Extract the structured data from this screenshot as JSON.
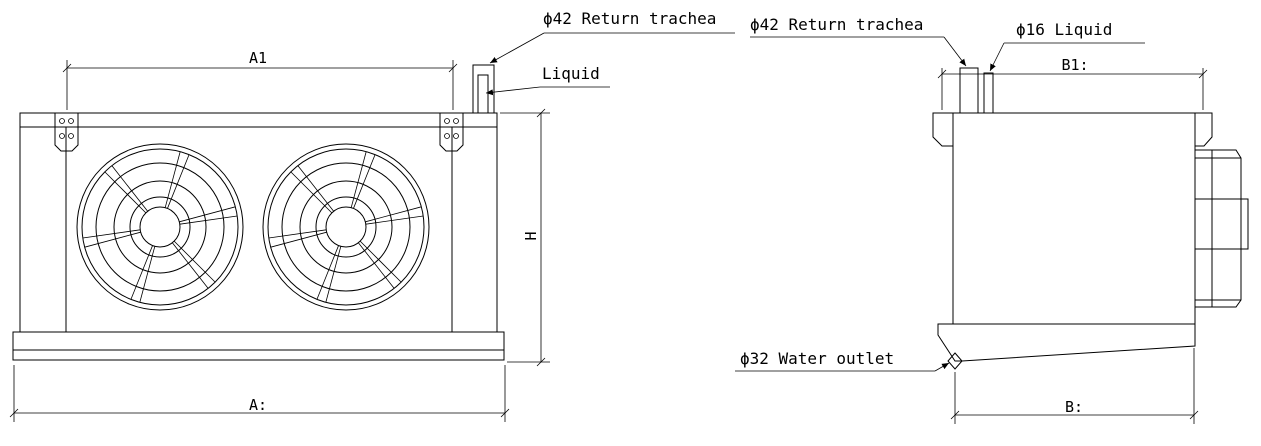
{
  "front_view": {
    "dim_a1": "A1",
    "dim_a": "A:",
    "dim_h": "H",
    "return_label": "ϕ42 Return trachea",
    "liquid_label": "Liquid"
  },
  "side_view": {
    "dim_b1": "B1:",
    "dim_b": "B:",
    "return_label": "ϕ42 Return trachea",
    "liquid_label": "ϕ16 Liquid",
    "water_label": "ϕ32 Water outlet"
  }
}
